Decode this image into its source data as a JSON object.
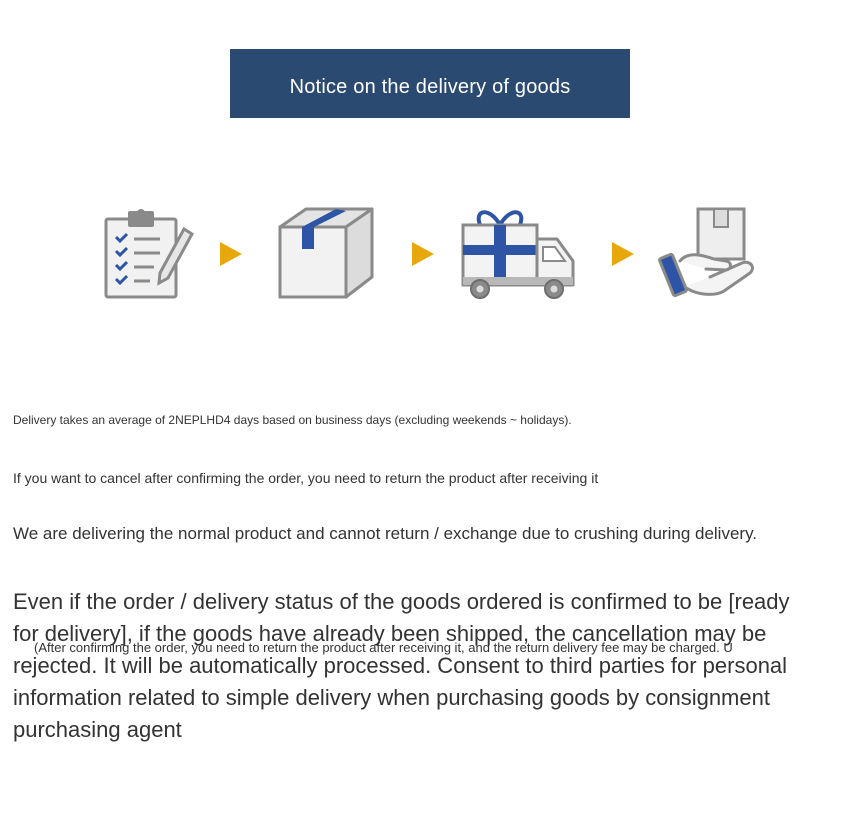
{
  "banner": {
    "title": "Notice on the delivery of goods"
  },
  "process_steps": [
    {
      "icon": "clipboard-checklist-icon"
    },
    {
      "icon": "box-icon"
    },
    {
      "icon": "delivery-truck-icon"
    },
    {
      "icon": "hand-receiving-package-icon"
    }
  ],
  "colors": {
    "banner_bg": "#2b4a72",
    "accent_blue": "#2e55a5",
    "arrow_gold": "#e8a80c",
    "icon_gray": "#8a8a8a"
  },
  "notices": {
    "line1": "Delivery takes an average of 2NEPLHD4 days based on business days (excluding weekends ~ holidays).",
    "line2": "If you want to cancel after confirming the order, you need to return the product after receiving it",
    "line3": "We are delivering the normal product and cannot return / exchange due to crushing during delivery.",
    "line4": "Even if the order / delivery status of the goods ordered is confirmed to be [ready for delivery], if the goods have already been shipped, the cancellation may be rejected. It will be automatically processed. Consent to third parties for personal information related to simple delivery when purchasing goods by consignment purchasing agent",
    "line5": "(After confirming the order, you need to return the product after receiving it, and the return delivery fee may be charged. U"
  }
}
